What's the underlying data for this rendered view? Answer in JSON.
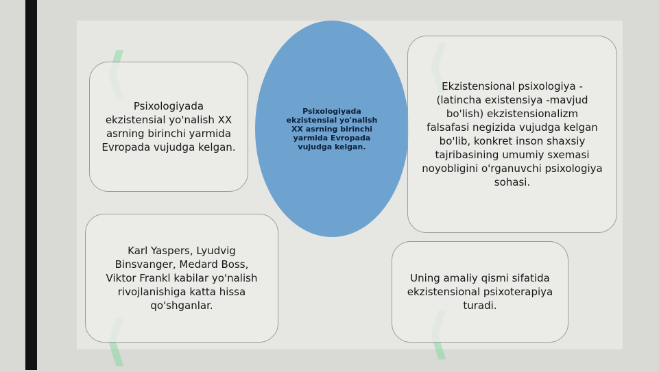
{
  "slide": {
    "center_ellipse_text": "Psixologiyada\nekzistensial yo'nalish\nXX asrning birinchi\nyarmida Evropada\nvujudga kelgan.",
    "card_top_left": "Psixologiyada\nekzistensial yo'nalish XX\nasrning birinchi yarmida\nEvropada vujudga kelgan.",
    "card_top_right": "Ekzistensional psixologiya -\n(latincha existensiya -mavjud\nbo'lish) ekzistensionalizm\nfalsafasi negizida vujudga kelgan\nbo'lib, konkret inson shaxsiy\ntajribasining umumiy sxemasi\nnoyobligini o'rganuvchi psixologiya\nsohasi.",
    "card_bottom_left": "Karl Yaspers, Lyudvig\nBinsvanger, Medard Boss,\nViktor Frankl kabilar yo'nalish\nrivojlanishiga katta hissa\nqo'shganlar.",
    "card_bottom_right": "Uning amaliy qismi sifatida\nekzistensional psixoterapiya\nturadi."
  },
  "colors": {
    "background": "#d9d9d6",
    "left_bar": "#121212",
    "ellipse": "#6fa3cf",
    "card_border": "#9c9c9c"
  }
}
